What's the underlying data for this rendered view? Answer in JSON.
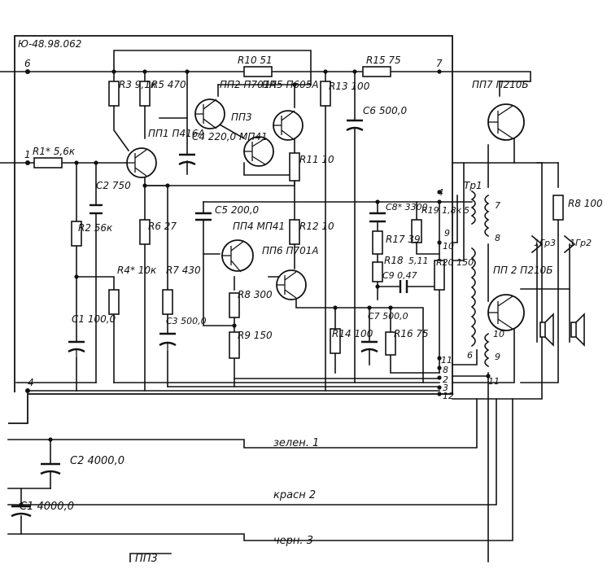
{
  "board_id": "Ю-48.98.062",
  "terminals": {
    "t1": "1",
    "t4": "4",
    "t6": "6",
    "t7": "7",
    "t8": "8",
    "t9": "9",
    "t10": "10",
    "t11": "11",
    "t12": "12",
    "t2": "2",
    "t3": "3"
  },
  "resistors": {
    "R1": "R1* 5,6к",
    "R2": "R2 56к",
    "R3": "R3 9,1к",
    "R5": "R5 470",
    "R6": "R6 27",
    "R7": "R7 430",
    "R4": "R4* 10к",
    "R8": "R8 300",
    "R9": "R9 150",
    "R10": "R10 51",
    "R11": "R11 10",
    "R12": "R12 10",
    "R13": "R13 100",
    "R14": "R14 100",
    "R15": "R15 75",
    "R16": "R16 75",
    "R17": "R17 39",
    "R18": "R18",
    "R19": "R19 1,8к",
    "R20": "R20 150",
    "R8out": "R8 100",
    "R5_11": "5,11"
  },
  "capacitors": {
    "C1": "C1 100,0",
    "C2": "C2 750",
    "C3": "C3 500,0",
    "C4": "C4 220,0",
    "C5": "C5 200,0",
    "C6": "C6 500,0",
    "C7": "C7 500,0",
    "C8": "C8* 3300",
    "C9": "C9 0,47",
    "PC2": "C2 4000,0",
    "PC1": "C1 4000,0"
  },
  "transistors": {
    "PP1": "ПП1 П416А",
    "PP2": "ПП2 П701А",
    "PP3": "ПП3",
    "PP3type": "МП41",
    "PP4": "ПП4 МП41",
    "PP5": "ПП5 П605А",
    "PP6": "ПП6 П701А",
    "PP7": "ПП7 П210Б",
    "PP2out": "ПП 2 П210Б",
    "PP3bottom": "ПП3"
  },
  "transformer": {
    "label": "Тр1",
    "pins": [
      "4",
      "5",
      "6",
      "7",
      "8",
      "9",
      "10",
      "11"
    ]
  },
  "outputs": {
    "gr3": "1Гр3",
    "gr2": "1Гр2"
  },
  "wires": {
    "green": "зелен. 1",
    "red": "красн 2",
    "black": "черн. 3"
  }
}
